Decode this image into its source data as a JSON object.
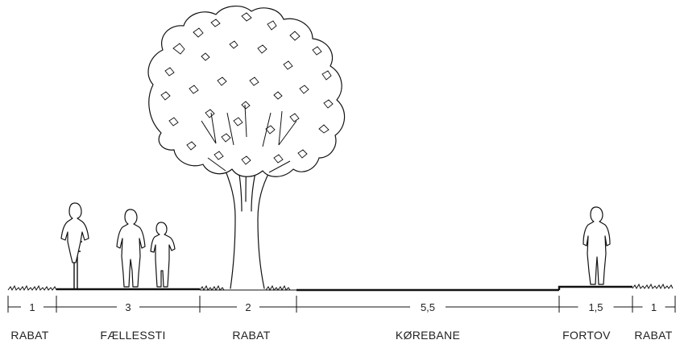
{
  "segments": [
    {
      "width": "1",
      "label": "RABAT"
    },
    {
      "width": "3",
      "label": "FÆLLESSTI"
    },
    {
      "width": "2",
      "label": "RABAT"
    },
    {
      "width": "5,5",
      "label": "KØREBANE"
    },
    {
      "width": "1,5",
      "label": "FORTOV"
    },
    {
      "width": "1",
      "label": "RABAT"
    }
  ],
  "figures": [
    "cyclist",
    "pedestrian-adult",
    "pedestrian-child",
    "tree",
    "pedestrian-adult"
  ]
}
